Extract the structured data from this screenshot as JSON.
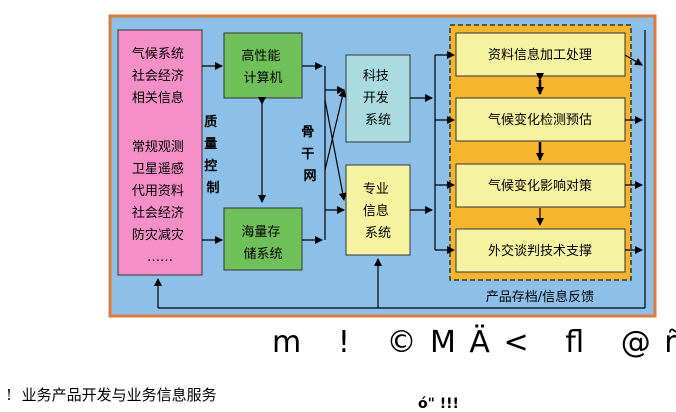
{
  "diagram": {
    "colors": {
      "frame_border": "#e07a3a",
      "frame_fill": "#8dc0e8",
      "pink": "#f48fc7",
      "green": "#70c05a",
      "teal": "#a9dbe0",
      "yellow": "#f5f2a0",
      "orange": "#f6b52f",
      "arrow": "#000000"
    },
    "left_box": {
      "lines_top": [
        "气候系统",
        "社会经济",
        "相关信息"
      ],
      "lines_bottom": [
        "常规观测",
        "卫星遥感",
        "代用资料",
        "社会经济",
        "防灾减灾",
        "……"
      ]
    },
    "quality_control": [
      "质",
      "量",
      "控",
      "制"
    ],
    "compute": [
      "高性能",
      "计算机"
    ],
    "storage": [
      "海量存",
      "储系统"
    ],
    "backbone": [
      "骨",
      "干",
      "网"
    ],
    "science": [
      "科技",
      "开发",
      "系统"
    ],
    "professional": [
      "专业",
      "信息",
      "系统"
    ],
    "products": [
      "资料信息加工处理",
      "气候变化检测预估",
      "气候变化影响对策",
      "外交谈判技术支撑"
    ],
    "feedback_label": "产品存档/信息反馈"
  },
  "garbled_line": "m   !   © M Ä <   ﬂ   @ ñ",
  "section_heading": "!  业务产品开发与业务信息服务",
  "garbled_bottom": "ó\" !!! "
}
